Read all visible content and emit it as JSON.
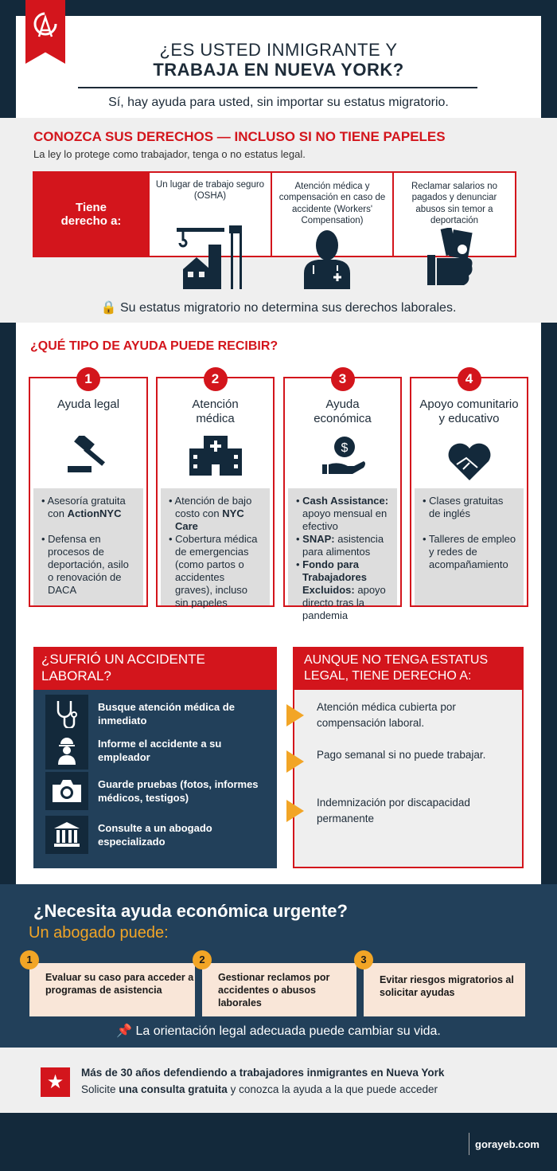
{
  "header": {
    "title_line1": "¿ES USTED INMIGRANTE Y",
    "title_line2": "TRABAJA EN NUEVA YORK?",
    "subtitle": "Sí, hay ayuda para usted, sin importar su estatus migratorio.",
    "logo_text": "GA"
  },
  "rights": {
    "heading": "CONOZCA SUS DERECHOS — INCLUSO SI NO TIENE PAPELES",
    "subheading": "La ley lo protege como trabajador, tenga o no estatus legal.",
    "lead": "Tiene derecho a:",
    "items": [
      {
        "label": "Un lugar de trabajo seguro (OSHA)",
        "icon": "construction-icon"
      },
      {
        "label": "Atención médica y compensación en caso de accidente (Workers' Compensation)",
        "icon": "doctor-icon"
      },
      {
        "label": "Reclamar salarios no pagados y denunciar abusos sin temor a deportación",
        "icon": "money-hand-icon"
      }
    ],
    "note_icon": "🔒",
    "note": "Su estatus migratorio no determina sus derechos laborales."
  },
  "help": {
    "heading": "¿QUÉ TIPO DE AYUDA PUEDE RECIBIR?",
    "cards": [
      {
        "num": "1",
        "title": "Ayuda legal",
        "icon": "gavel-icon",
        "items": [
          [
            "• Asesoría gratuita con ",
            "ActionNYC",
            ""
          ],
          [
            "• Defensa en procesos de deportación, asilo o renovación de DACA",
            "",
            ""
          ]
        ]
      },
      {
        "num": "2",
        "title": "Atención médica",
        "icon": "hospital-icon",
        "items": [
          [
            "• Atención de bajo costo con ",
            "NYC Care",
            ""
          ],
          [
            "• Cobertura médica de emergencias (como partos o accidentes graves), incluso sin papeles",
            "",
            ""
          ]
        ]
      },
      {
        "num": "3",
        "title": "Ayuda económica",
        "icon": "dollar-hand-icon",
        "items": [
          [
            "• ",
            "Cash Assistance:",
            " apoyo mensual en efectivo"
          ],
          [
            "• ",
            "SNAP:",
            " asistencia para alimentos"
          ],
          [
            "• ",
            "Fondo para Trabajadores Excluidos:",
            " apoyo directo tras la pandemia"
          ]
        ]
      },
      {
        "num": "4",
        "title": "Apoyo comunitario y educativo",
        "icon": "heart-handshake-icon",
        "items": [
          [
            "• Clases gratuitas de inglés",
            "",
            ""
          ],
          [
            "• Talleres de empleo y redes de acompañamiento",
            "",
            ""
          ]
        ]
      }
    ]
  },
  "accident": {
    "heading": "¿SUFRIÓ UN ACCIDENTE LABORAL?",
    "steps": [
      "Busque atención médica de inmediato",
      "Informe el accidente a su empleador",
      "Guarde pruebas (fotos, informes médicos, testigos)",
      "Consulte a un abogado especializado"
    ]
  },
  "entitled": {
    "heading": "AUNQUE NO TENGA ESTATUS LEGAL, TIENE DERECHO A:",
    "items": [
      "Atención médica cubierta por compensación laboral.",
      "Pago semanal si no puede trabajar.",
      "Indemnización por discapacidad permanente"
    ]
  },
  "urgent": {
    "heading": "¿Necesita ayuda económica urgente?",
    "subheading": "Un abogado puede:",
    "cards": [
      {
        "num": "1",
        "text": "Evaluar su caso para acceder a programas de asistencia"
      },
      {
        "num": "2",
        "text": "Gestionar reclamos por accidentes o abusos laborales"
      },
      {
        "num": "3",
        "text": "Evitar riesgos migratorios al solicitar ayudas"
      }
    ],
    "note_icon": "📌",
    "note": "La orientación legal adecuada puede cambiar su vida."
  },
  "cta": {
    "line1": "Más de 30 años defendiendo a trabajadores inmigrantes en Nueva York",
    "line2_pre": "Solicite ",
    "line2_bold": "una consulta gratuita",
    "line2_post": " y conozca la ayuda a la que puede acceder"
  },
  "footer": {
    "site": "gorayeb.com"
  },
  "colors": {
    "navy": "#13293b",
    "panel": "#22405a",
    "red": "#d3151c",
    "orange": "#f2a526",
    "beige": "#f9e6d8"
  }
}
